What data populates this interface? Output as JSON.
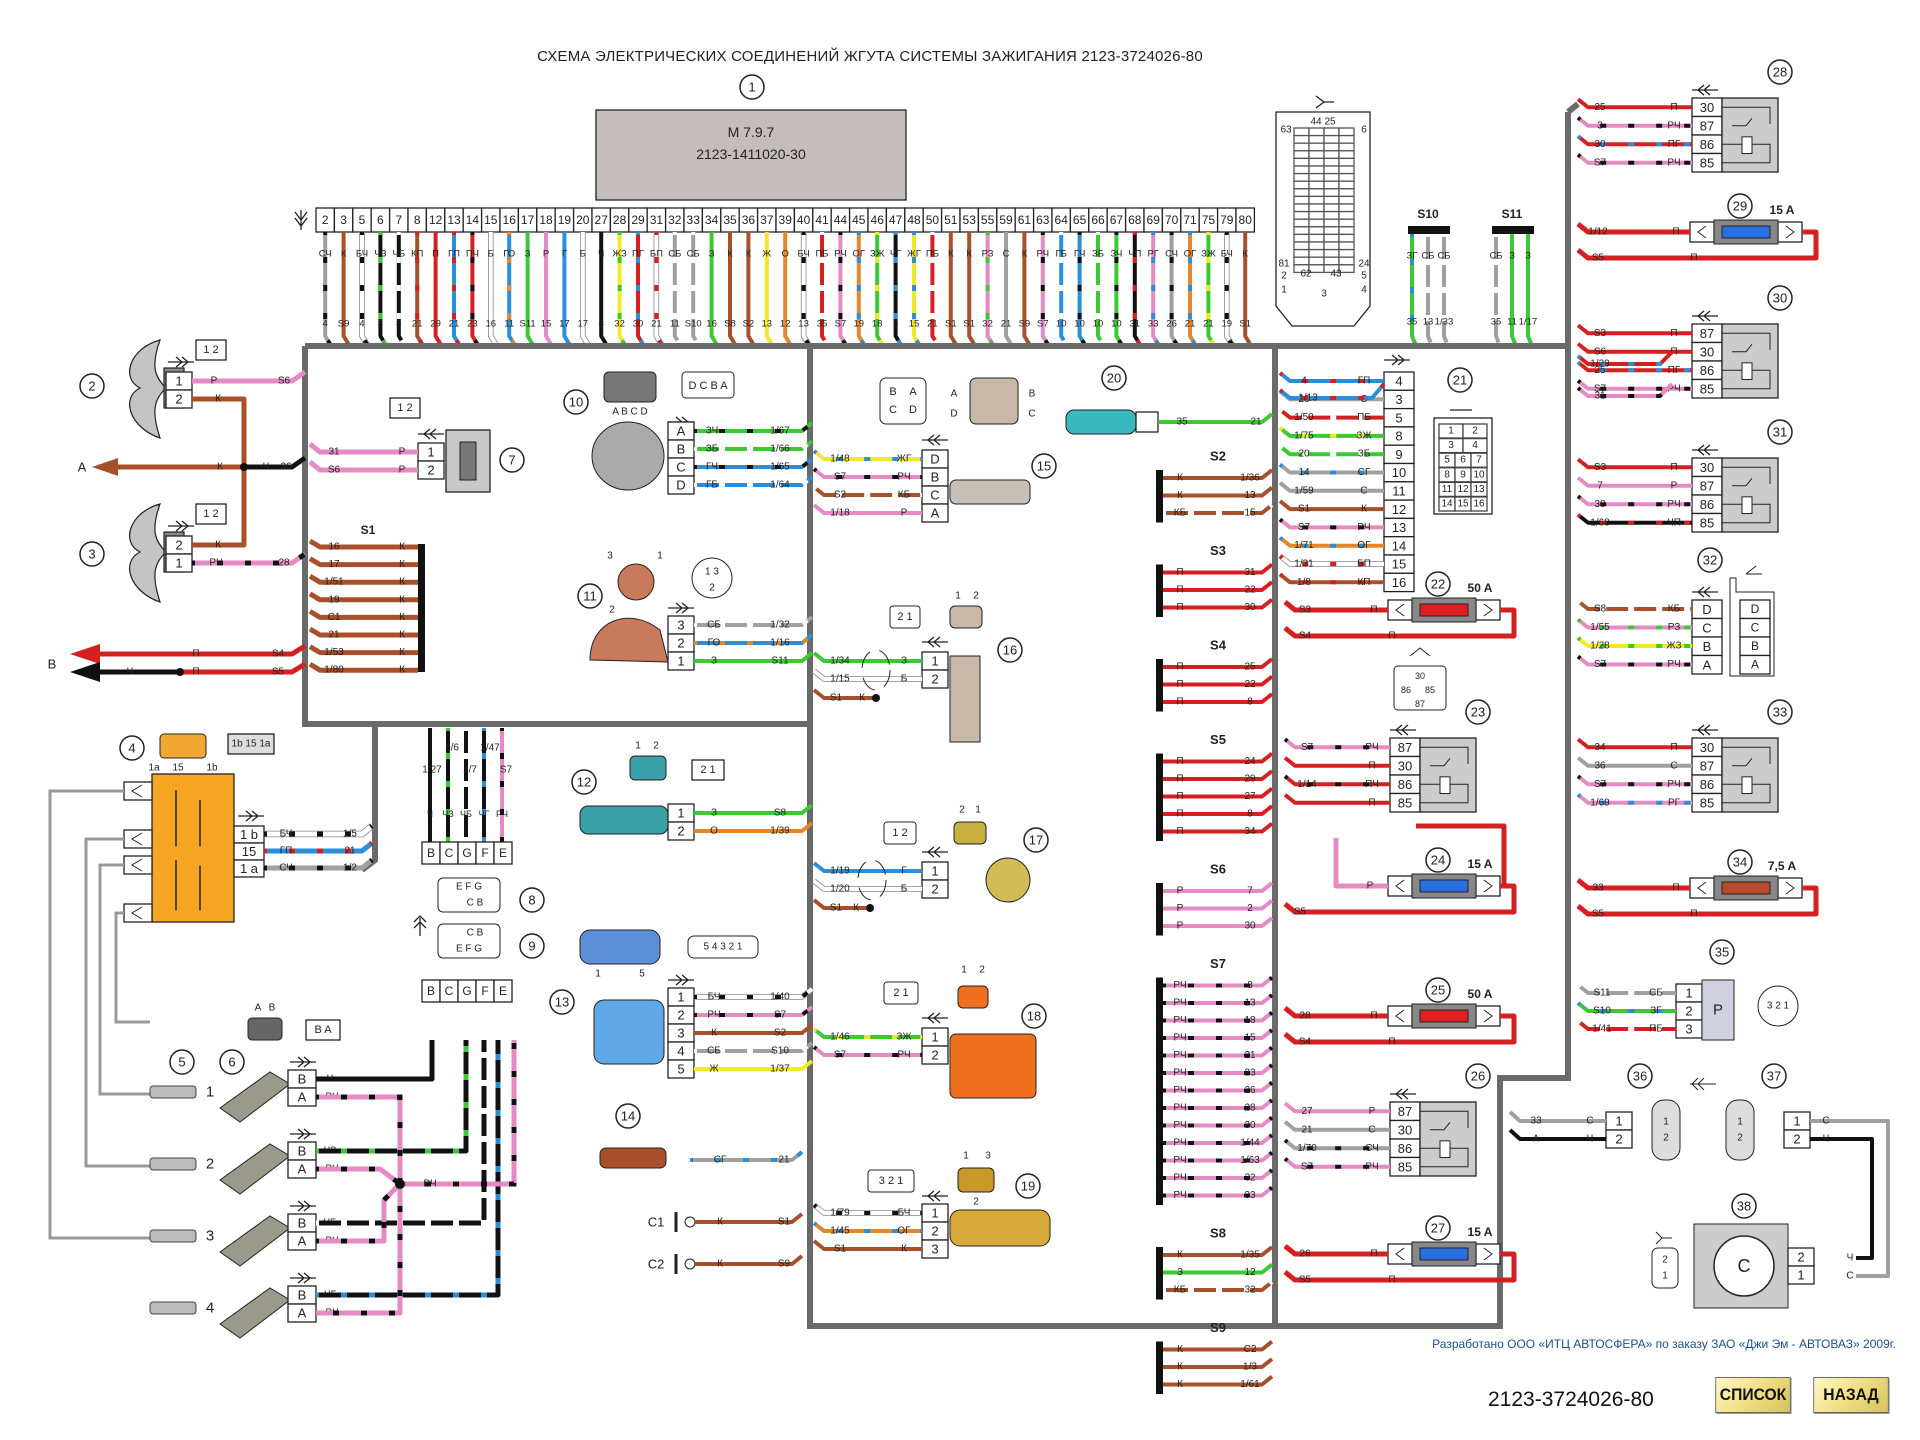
{
  "title": "СХЕМА ЭЛЕКТРИЧЕСКИХ СОЕДИНЕНИЙ ЖГУТА СИСТЕМЫ ЗАЖИГАНИЯ 2123-3724026-80",
  "ecu": {
    "callout": "1",
    "model": "M 7.9.7",
    "part": "2123-1411020-30"
  },
  "ecu_pins": [
    {
      "pin": "2",
      "color": "СЧ",
      "dest": "4"
    },
    {
      "pin": "3",
      "color": "К",
      "dest": "S9"
    },
    {
      "pin": "5",
      "color": "БЧ",
      "dest": "4"
    },
    {
      "pin": "6",
      "color": "ЧЗ",
      "dest": "8"
    },
    {
      "pin": "7",
      "color": "ЧБ",
      "dest": "8"
    },
    {
      "pin": "8",
      "color": "КП",
      "dest": "21"
    },
    {
      "pin": "12",
      "color": "П",
      "dest": "29"
    },
    {
      "pin": "13",
      "color": "ГП",
      "dest": "21"
    },
    {
      "pin": "14",
      "color": "ПЧ",
      "dest": "23"
    },
    {
      "pin": "15",
      "color": "Б",
      "dest": "16"
    },
    {
      "pin": "16",
      "color": "ГО",
      "dest": "11"
    },
    {
      "pin": "17",
      "color": "З",
      "dest": "S11"
    },
    {
      "pin": "18",
      "color": "Р",
      "dest": "15"
    },
    {
      "pin": "19",
      "color": "Г",
      "dest": "17"
    },
    {
      "pin": "20",
      "color": "Б",
      "dest": "17"
    },
    {
      "pin": "27",
      "color": "Ч",
      "dest": "8"
    },
    {
      "pin": "28",
      "color": "ЖЗ",
      "dest": "32"
    },
    {
      "pin": "29",
      "color": "ПГ",
      "dest": "30"
    },
    {
      "pin": "31",
      "color": "БП",
      "dest": "21"
    },
    {
      "pin": "32",
      "color": "СБ",
      "dest": "11"
    },
    {
      "pin": "33",
      "color": "СБ",
      "dest": "S10"
    },
    {
      "pin": "34",
      "color": "З",
      "dest": "16"
    },
    {
      "pin": "35",
      "color": "К",
      "dest": "S8"
    },
    {
      "pin": "36",
      "color": "К",
      "dest": "S2"
    },
    {
      "pin": "37",
      "color": "Ж",
      "dest": "13"
    },
    {
      "pin": "39",
      "color": "О",
      "dest": "12"
    },
    {
      "pin": "40",
      "color": "БЧ",
      "dest": "13"
    },
    {
      "pin": "41",
      "color": "ПБ",
      "dest": "35"
    },
    {
      "pin": "44",
      "color": "РЧ",
      "dest": "S7"
    },
    {
      "pin": "45",
      "color": "ОГ",
      "dest": "19"
    },
    {
      "pin": "46",
      "color": "ЗЖ",
      "dest": "18"
    },
    {
      "pin": "47",
      "color": "ЧГ",
      "dest": "8"
    },
    {
      "pin": "48",
      "color": "ЖГ",
      "dest": "15"
    },
    {
      "pin": "50",
      "color": "ПБ",
      "dest": "21"
    },
    {
      "pin": "51",
      "color": "К",
      "dest": "S1"
    },
    {
      "pin": "53",
      "color": "К",
      "dest": "S1"
    },
    {
      "pin": "55",
      "color": "РЗ",
      "dest": "32"
    },
    {
      "pin": "59",
      "color": "С",
      "dest": "21"
    },
    {
      "pin": "61",
      "color": "К",
      "dest": "S9"
    },
    {
      "pin": "63",
      "color": "РЧ",
      "dest": "S7"
    },
    {
      "pin": "64",
      "color": "ГБ",
      "dest": "10"
    },
    {
      "pin": "65",
      "color": "ГЧ",
      "dest": "10"
    },
    {
      "pin": "66",
      "color": "ЗБ",
      "dest": "10"
    },
    {
      "pin": "67",
      "color": "ЗЧ",
      "dest": "10"
    },
    {
      "pin": "68",
      "color": "ЧП",
      "dest": "31"
    },
    {
      "pin": "69",
      "color": "РГ",
      "dest": "33"
    },
    {
      "pin": "70",
      "color": "СЧ",
      "dest": "26"
    },
    {
      "pin": "71",
      "color": "ОГ",
      "dest": "21"
    },
    {
      "pin": "75",
      "color": "ЗЖ",
      "dest": "21"
    },
    {
      "pin": "79",
      "color": "БЧ",
      "dest": "19"
    },
    {
      "pin": "80",
      "color": "К",
      "dest": "S1"
    }
  ],
  "wire_colors": {
    "К": "#a8502a",
    "П": "#d42020",
    "Р": "#e58ac4",
    "Ч": "#111111",
    "Б": "#ffffff",
    "З": "#3cc832",
    "Г": "#2a8fd8",
    "Ж": "#f2e82a",
    "О": "#e6862a",
    "С": "#a0a0a0"
  },
  "ecu_socket": {
    "labels_top": [
      "63",
      "44",
      "25",
      "6"
    ],
    "labels_bottom": [
      "81",
      "24",
      "2",
      "62",
      "43",
      "5",
      "1",
      "3",
      "4"
    ]
  },
  "splices_top": [
    {
      "name": "S10",
      "wires": [
        {
          "color": "ЗГ",
          "dest": "35"
        },
        {
          "color": "СБ",
          "dest": "13"
        },
        {
          "color": "СБ",
          "dest": "1/33"
        }
      ]
    },
    {
      "name": "S11",
      "wires": [
        {
          "color": "СБ",
          "dest": "35"
        },
        {
          "color": "З",
          "dest": "11"
        },
        {
          "color": "З",
          "dest": "1/17"
        }
      ]
    }
  ],
  "fans": [
    {
      "callout": "2",
      "pins": [
        {
          "pin": "1",
          "color": "Р",
          "dest": "S6"
        },
        {
          "pin": "2",
          "color": "К",
          "dest": ""
        }
      ]
    },
    {
      "callout": "3",
      "pins": [
        {
          "pin": "2",
          "color": "К",
          "dest": ""
        },
        {
          "pin": "1",
          "color": "РЧ",
          "dest": "28"
        }
      ]
    }
  ],
  "connector_pinout_12": "1 2",
  "arrow_a": {
    "label": "A",
    "wire": "К",
    "via": "Ч",
    "dest": "36"
  },
  "arrow_b": {
    "label": "B",
    "wires": [
      {
        "color": "П",
        "dest": "S4"
      },
      {
        "color": "Ч",
        "via": "П",
        "dest": "S5"
      }
    ]
  },
  "sensor_7": {
    "callout": "7",
    "pins": [
      {
        "pin": "1",
        "color": "Р",
        "dest": "31"
      },
      {
        "pin": "2",
        "color": "Р",
        "dest": "S6"
      }
    ]
  },
  "splice_s1": {
    "name": "S1",
    "wires": [
      "16",
      "17",
      "1/51",
      "19",
      "C1",
      "21",
      "1/53",
      "1/80"
    ],
    "color": "К"
  },
  "ignition_coil": {
    "callout": "4",
    "pin_labels": [
      "1a",
      "15",
      "1b"
    ],
    "socket": "1b 15 1a",
    "pins": [
      {
        "pin": "1 b",
        "color": "БЧ",
        "dest": "1/5"
      },
      {
        "pin": "15",
        "color": "ГП",
        "dest": "21"
      },
      {
        "pin": "1 a",
        "color": "СЧ",
        "dest": "1/2"
      }
    ]
  },
  "plugs": {
    "callout": "5",
    "numbers": [
      "1",
      "2",
      "3",
      "4"
    ]
  },
  "injectors": {
    "callout": "6",
    "socket": "B A",
    "pin_labels": "A B",
    "rows": [
      {
        "b": "Ч",
        "a": "РЧ"
      },
      {
        "b": "ЧЗ",
        "a": "РЧ"
      },
      {
        "b": "ЧБ",
        "a": "РЧ"
      },
      {
        "b": "ЧГ",
        "a": "РЧ"
      }
    ],
    "junction": "РЧ"
  },
  "harness_connector_8_9": {
    "top_wires": [
      {
        "dest": "1/27",
        "color": "Ч"
      },
      {
        "dest": "1/6",
        "color": "ЧЗ"
      },
      {
        "dest": "1/7",
        "color": "ЧБ"
      },
      {
        "dest": "1/47",
        "color": "ЧГ"
      },
      {
        "dest": "S7",
        "color": "РЧ"
      }
    ],
    "pins": [
      "B",
      "C",
      "G",
      "F",
      "E"
    ],
    "c8": "8",
    "c9": "9",
    "c8_layout": "E F G / C B",
    "c9_layout": "C B / E F G"
  },
  "sensor_10": {
    "callout": "10",
    "socket": "D C B A",
    "plug": "A B C D",
    "pins": [
      {
        "pin": "A",
        "color": "ЗЧ",
        "dest": "1/67"
      },
      {
        "pin": "B",
        "color": "ЗБ",
        "dest": "1/66"
      },
      {
        "pin": "C",
        "color": "ГЧ",
        "dest": "1/65"
      },
      {
        "pin": "D",
        "color": "ГБ",
        "dest": "1/64"
      }
    ]
  },
  "sensor_11": {
    "callout": "11",
    "pin_labels": [
      "3",
      "1",
      "2"
    ],
    "socket": "1 3 / 2",
    "pins": [
      {
        "pin": "3",
        "color": "СБ",
        "dest": "1/32"
      },
      {
        "pin": "2",
        "color": "ГО",
        "dest": "1/16"
      },
      {
        "pin": "1",
        "color": "З",
        "dest": "S11"
      }
    ]
  },
  "sensor_12": {
    "callout": "12",
    "socket": "2 1",
    "pin_labels": "1 2",
    "pins": [
      {
        "pin": "1",
        "color": "З",
        "dest": "S8"
      },
      {
        "pin": "2",
        "color": "О",
        "dest": "1/39"
      }
    ]
  },
  "sensor_13": {
    "callout": "13",
    "socket": "5 4 3 2 1",
    "plug": "1 5",
    "pins": [
      {
        "pin": "1",
        "color": "БЧ",
        "dest": "1/40"
      },
      {
        "pin": "2",
        "color": "РЧ",
        "dest": "S7"
      },
      {
        "pin": "3",
        "color": "К",
        "dest": "S2"
      },
      {
        "pin": "4",
        "color": "СБ",
        "dest": "S10"
      },
      {
        "pin": "5",
        "color": "Ж",
        "dest": "1/37"
      }
    ]
  },
  "sensor_14": {
    "callout": "14",
    "color": "СГ",
    "dest": "21"
  },
  "grounds": [
    {
      "name": "C1",
      "color": "К",
      "dest": "S1"
    },
    {
      "name": "C2",
      "color": "К",
      "dest": "S9"
    }
  ],
  "sensor_15": {
    "callout": "15",
    "pins": [
      {
        "pin": "D",
        "color": "ЖГ",
        "dest": "1/48"
      },
      {
        "pin": "B",
        "color": "РЧ",
        "dest": "S7"
      },
      {
        "pin": "C",
        "color": "КБ",
        "dest": "S2"
      },
      {
        "pin": "A",
        "color": "Р",
        "dest": "1/18"
      }
    ]
  },
  "sensor_16": {
    "callout": "16",
    "socket": "2 1",
    "pin_labels": "1 2",
    "pins": [
      {
        "pin": "1",
        "color": "З",
        "dest": "1/34"
      },
      {
        "pin": "2",
        "color": "Б",
        "dest": "1/15"
      }
    ],
    "shield": {
      "color": "К",
      "dest": "S1"
    }
  },
  "sensor_17": {
    "callout": "17",
    "socket": "1 2",
    "pin_labels": "2 1",
    "pins": [
      {
        "pin": "1",
        "color": "Г",
        "dest": "1/19"
      },
      {
        "pin": "2",
        "color": "Б",
        "dest": "1/20"
      }
    ],
    "shield": {
      "color": "К",
      "dest": "S1"
    }
  },
  "sensor_18": {
    "callout": "18",
    "socket": "2 1",
    "pin_labels": "1 2",
    "pins": [
      {
        "pin": "1",
        "color": "ЗЖ",
        "dest": "1/46"
      },
      {
        "pin": "2",
        "color": "РЧ",
        "dest": "S7"
      }
    ]
  },
  "sensor_19": {
    "callout": "19",
    "socket": "3 2 1",
    "pin_labels": "1 3 2",
    "pins": [
      {
        "pin": "1",
        "color": "БЧ",
        "dest": "1/79"
      },
      {
        "pin": "2",
        "color": "ОГ",
        "dest": "1/45"
      },
      {
        "pin": "3",
        "color": "К",
        "dest": "S1"
      }
    ]
  },
  "sensor_20": {
    "callout": "20",
    "color": "З",
    "from": "35",
    "dest": "21"
  },
  "splices_mid": [
    {
      "name": "S2",
      "rows": [
        {
          "c": "К",
          "d": "1/36"
        },
        {
          "c": "К",
          "d": "13"
        },
        {
          "c": "КБ",
          "d": "15"
        }
      ]
    },
    {
      "name": "S3",
      "rows": [
        {
          "c": "П",
          "d": "31"
        },
        {
          "c": "П",
          "d": "22"
        },
        {
          "c": "П",
          "d": "30"
        }
      ]
    },
    {
      "name": "S4",
      "rows": [
        {
          "c": "П",
          "d": "25"
        },
        {
          "c": "П",
          "d": "22"
        },
        {
          "c": "П",
          "d": "8"
        }
      ]
    },
    {
      "name": "S5",
      "rows": [
        {
          "c": "П",
          "d": "24"
        },
        {
          "c": "П",
          "d": "29"
        },
        {
          "c": "П",
          "d": "27"
        },
        {
          "c": "П",
          "d": "8"
        },
        {
          "c": "П",
          "d": "34"
        }
      ]
    },
    {
      "name": "S6",
      "rows": [
        {
          "c": "Р",
          "d": "7"
        },
        {
          "c": "Р",
          "d": "2"
        },
        {
          "c": "Р",
          "d": "30"
        }
      ]
    },
    {
      "name": "S7",
      "rows": [
        {
          "c": "РЧ",
          "d": "8"
        },
        {
          "c": "РЧ",
          "d": "13"
        },
        {
          "c": "РЧ",
          "d": "18"
        },
        {
          "c": "РЧ",
          "d": "15"
        },
        {
          "c": "РЧ",
          "d": "21"
        },
        {
          "c": "РЧ",
          "d": "23"
        },
        {
          "c": "РЧ",
          "d": "26"
        },
        {
          "c": "РЧ",
          "d": "28"
        },
        {
          "c": "РЧ",
          "d": "30"
        },
        {
          "c": "РЧ",
          "d": "1/44"
        },
        {
          "c": "РЧ",
          "d": "1/63"
        },
        {
          "c": "РЧ",
          "d": "32"
        },
        {
          "c": "РЧ",
          "d": "33"
        }
      ]
    },
    {
      "name": "S8",
      "rows": [
        {
          "c": "К",
          "d": "1/35"
        },
        {
          "c": "З",
          "d": "12"
        },
        {
          "c": "КБ",
          "d": "32"
        }
      ]
    },
    {
      "name": "S9",
      "rows": [
        {
          "c": "К",
          "d": "C2"
        },
        {
          "c": "К",
          "d": "1/3"
        },
        {
          "c": "К",
          "d": "1/61"
        }
      ]
    }
  ],
  "block_21": {
    "callout": "21",
    "rows": [
      {
        "pin": "4",
        "c": "ГП",
        "d": "4"
      },
      {
        "pin": "3",
        "c": "С",
        "d": "26"
      },
      {
        "pin": "5",
        "c": "ПБ",
        "d": "1/50"
      },
      {
        "pin": "8",
        "c": "ЗЖ",
        "d": "1/75"
      },
      {
        "pin": "9",
        "c": "ЗБ",
        "d": "20"
      },
      {
        "pin": "10",
        "c": "СГ",
        "d": "14"
      },
      {
        "pin": "11",
        "c": "С",
        "d": "1/59"
      },
      {
        "pin": "12",
        "c": "К",
        "d": "S1"
      },
      {
        "pin": "13",
        "c": "РЧ",
        "d": "S7"
      },
      {
        "pin": "14",
        "c": "ОГ",
        "d": "1/71"
      },
      {
        "pin": "15",
        "c": "БП",
        "d": "1/31"
      },
      {
        "pin": "16",
        "c": "КП",
        "d": "1/8"
      }
    ],
    "extra_in": {
      "d": "1/13"
    },
    "socket": [
      [
        "1",
        "2"
      ],
      [
        "3",
        "4"
      ],
      [
        "5",
        "6",
        "7"
      ],
      [
        "8",
        "9",
        "10"
      ],
      [
        "11",
        "12",
        "13"
      ],
      [
        "14",
        "15",
        "16"
      ]
    ]
  },
  "fuses": [
    {
      "callout": "22",
      "rating": "50 A",
      "in": "S3",
      "out": "S4",
      "color": "#e02020"
    },
    {
      "callout": "24",
      "rating": "15 A",
      "in": "",
      "out": "S5",
      "color": "#2a6fe0"
    },
    {
      "callout": "25",
      "rating": "50 A",
      "in": "28",
      "out": "S4",
      "color": "#e02020"
    },
    {
      "callout": "27",
      "rating": "15 A",
      "in": "26",
      "out": "S5",
      "color": "#2a6fe0"
    },
    {
      "callout": "29",
      "rating": "15 A",
      "in": "1/12",
      "out": "S5",
      "color": "#2a6fe0"
    },
    {
      "callout": "34",
      "rating": "7,5 A",
      "in": "33",
      "out": "S5",
      "color": "#b84a2a"
    }
  ],
  "relays": [
    {
      "callout": "23",
      "rows": [
        {
          "pin": "87",
          "c": "РЧ",
          "d": "S7"
        },
        {
          "pin": "30",
          "c": "П",
          "d": ""
        },
        {
          "pin": "86",
          "c": "ПЧ",
          "d": "1/14"
        },
        {
          "pin": "85",
          "c": "П",
          "d": ""
        }
      ],
      "socket": "30 / 86 85 / 87"
    },
    {
      "callout": "26",
      "rows": [
        {
          "pin": "87",
          "c": "Р",
          "d": "27"
        },
        {
          "pin": "30",
          "c": "С",
          "d": "21"
        },
        {
          "pin": "86",
          "c": "СЧ",
          "d": "1/70"
        },
        {
          "pin": "85",
          "c": "РЧ",
          "d": "S7"
        }
      ]
    },
    {
      "callout": "28",
      "rows": [
        {
          "pin": "30",
          "c": "П",
          "d": "25"
        },
        {
          "pin": "87",
          "c": "РЧ",
          "d": "3"
        },
        {
          "pin": "86",
          "c": "ПГ",
          "d": "30"
        },
        {
          "pin": "85",
          "c": "РЧ",
          "d": "S7"
        }
      ]
    },
    {
      "callout": "30",
      "rows": [
        {
          "pin": "87",
          "c": "П",
          "d": "S3"
        },
        {
          "pin": "30",
          "c": "П",
          "d": "S6"
        },
        {
          "pin": "86",
          "c": "ПГ",
          "d": "25"
        },
        {
          "pin": "85",
          "c": "РЧ",
          "d": "S7"
        }
      ],
      "extra": [
        "1/29",
        "31"
      ]
    },
    {
      "callout": "31",
      "rows": [
        {
          "pin": "30",
          "c": "П",
          "d": "S3"
        },
        {
          "pin": "87",
          "c": "Р",
          "d": "7"
        },
        {
          "pin": "86",
          "c": "РЧ",
          "d": "30"
        },
        {
          "pin": "85",
          "c": "ЧП",
          "d": "1/68"
        }
      ]
    },
    {
      "callout": "33",
      "rows": [
        {
          "pin": "30",
          "c": "П",
          "d": "34"
        },
        {
          "pin": "87",
          "c": "С",
          "d": "36"
        },
        {
          "pin": "86",
          "c": "РЧ",
          "d": "S7"
        },
        {
          "pin": "85",
          "c": "РГ",
          "d": "1/69"
        }
      ]
    }
  ],
  "connector_32": {
    "callout": "32",
    "rows": [
      {
        "pin": "D",
        "c": "КБ",
        "d": "S8"
      },
      {
        "pin": "C",
        "c": "РЗ",
        "d": "1/55"
      },
      {
        "pin": "B",
        "c": "ЖЗ",
        "d": "1/28"
      },
      {
        "pin": "A",
        "c": "РЧ",
        "d": "S7"
      }
    ],
    "socket": [
      "D",
      "C",
      "B",
      "A"
    ]
  },
  "component_35": {
    "callout": "35",
    "label": "P",
    "rows": [
      {
        "pin": "1",
        "c": "СБ",
        "d": "S11"
      },
      {
        "pin": "2",
        "c": "ЗГ",
        "d": "S10"
      },
      {
        "pin": "3",
        "c": "ПБ",
        "d": "1/41"
      }
    ],
    "socket": "3 2 1"
  },
  "diag_36_37": {
    "c36": "36",
    "c37": "37",
    "left": [
      {
        "pin": "1",
        "c": "С",
        "d": "33"
      },
      {
        "pin": "2",
        "c": "Ч",
        "d": "A"
      }
    ],
    "right": [
      {
        "pin": "1",
        "c": "С"
      },
      {
        "pin": "2",
        "c": "Ч"
      }
    ],
    "plug": "1 / 2"
  },
  "component_38": {
    "callout": "38",
    "label": "C",
    "pins": [
      {
        "pin": "2",
        "c": "Ч"
      },
      {
        "pin": "1",
        "c": "С"
      }
    ],
    "plug": "2 / 1"
  },
  "footer": {
    "credit": "Разработано ООО «ИТЦ АВТОСФЕРА» по заказу ЗАО «Джи Эм - АВТОВАЗ» 2009г.",
    "doc_code": "2123-3724026-80",
    "btn_list": "СПИСОК",
    "btn_back": "НАЗАД"
  }
}
